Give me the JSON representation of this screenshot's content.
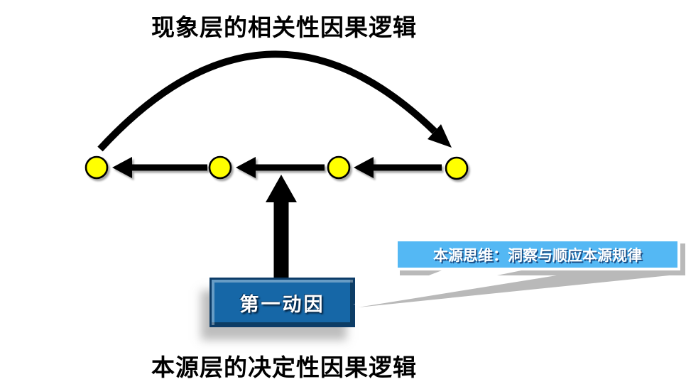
{
  "titles": {
    "top": "现象层的相关性因果逻辑",
    "bottom": "本源层的决定性因果逻辑"
  },
  "first_cause_box": {
    "label": "第一动因",
    "fill_color": "#1667A7",
    "border_color": "#0C3C68",
    "text_color": "#FFFFFF"
  },
  "callout": {
    "label": "本源思维：洞察与顺应本源规律",
    "fill_color": "#54B8F4",
    "text_color": "#FFFFFF",
    "text_shadow_color": "#1C4F86"
  },
  "diagram": {
    "phenomenon_node_count": 4,
    "node_color": "#FFFF00",
    "node_stroke_color": "#000000",
    "arrow_color": "#000000",
    "chain_arrow_direction": "left",
    "correlation_arc": "curved arrow from first node over to last node",
    "layer_divider_style": "horizontal dashed line",
    "first_cause_arrow": "thick vertical arrow from box up through divider to node row"
  }
}
